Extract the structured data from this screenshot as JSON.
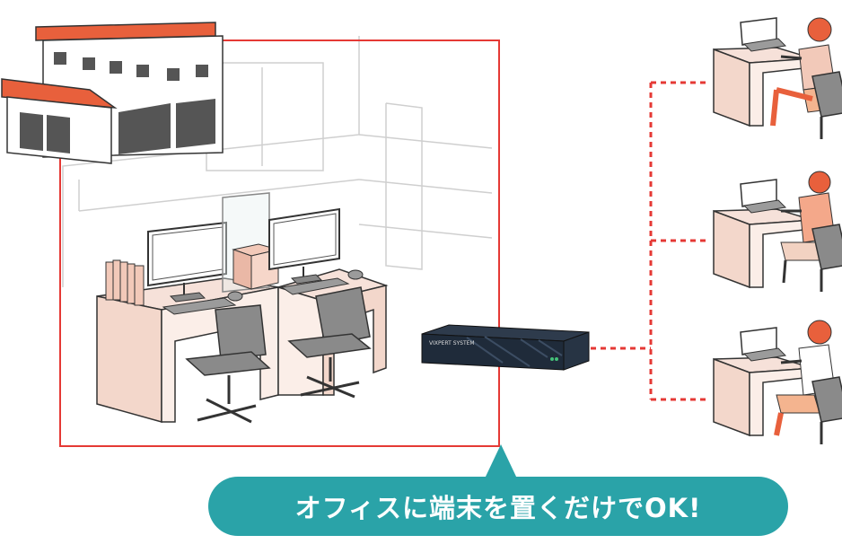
{
  "callout": {
    "text": "オフィスに端末を置くだけでOK!"
  },
  "device": {
    "brand_text": "VIXPERT SYSTEM"
  },
  "colors": {
    "frame_red": "#e53935",
    "roof_orange": "#e8603c",
    "bubble_teal": "#2aa3a8",
    "desk_pink": "#f6e1d9",
    "chair_gray": "#8a8a8a",
    "device_dark": "#1f2b3a"
  },
  "remote_workers": [
    {
      "name": "remote-worker-1"
    },
    {
      "name": "remote-worker-2"
    },
    {
      "name": "remote-worker-3"
    }
  ]
}
